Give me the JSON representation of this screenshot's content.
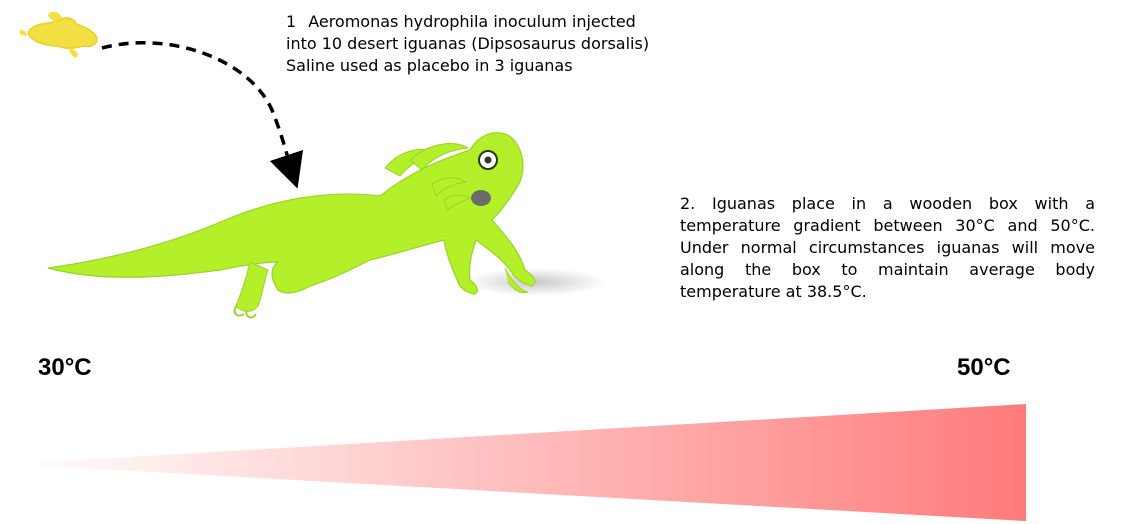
{
  "step1": {
    "number": "1",
    "text": "Aeromonas hydrophila inoculum injected into 10 desert iguanas (Dipsosaurus dorsalis) Saline used as placebo in 3 iguanas"
  },
  "step2": {
    "text": "2. Iguanas place in a wooden box with a temperature gradient between 30°C and 50°C. Under normal circumstances iguanas will move along the box to maintain average body temperature at 38.5°C."
  },
  "gradient": {
    "low_label": "30°C",
    "high_label": "50°C",
    "low_color": "#ffffff",
    "high_color": "#ff7b7b"
  },
  "colors": {
    "iguana": "#b3f02a",
    "bacteria": "#f2e043",
    "arrow": "#000000"
  },
  "icons": [
    "bacteria-icon",
    "iguana-illustration",
    "dashed-arrow-icon"
  ]
}
